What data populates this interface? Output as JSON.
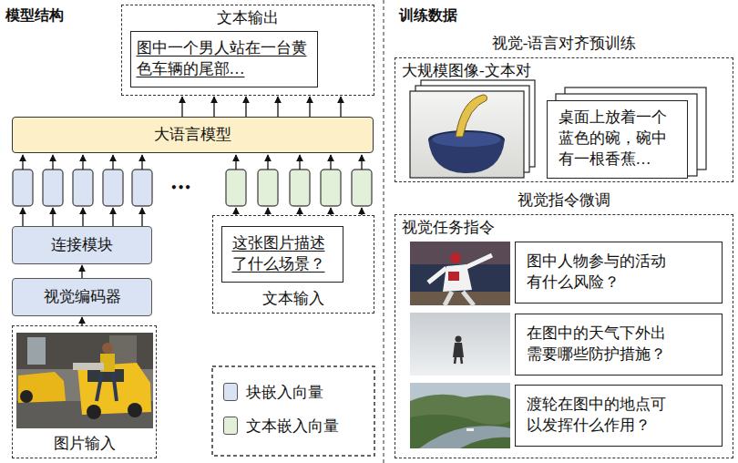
{
  "diagram": {
    "nodes": [
      {
        "text": [
          "文本输出"
        ]
      },
      {
        "text": [
          "图中一个男人站在一台黄色车辆的尾部…"
        ],
        "in": 0
      },
      {
        "text": [
          "大语言模型"
        ]
      },
      {
        "text": [
          "连接模块"
        ]
      },
      {
        "text": [
          "视觉编码器"
        ]
      },
      {
        "text": [
          "图片输入"
        ]
      },
      {
        "text": [
          "文本输入"
        ]
      },
      {
        "text": [
          "这张图片描述了什么场景？"
        ],
        "in": 6
      },
      {
        "text": [
          "视觉-语言对齐预训练",
          "大规模图像-文本对"
        ]
      },
      {
        "text": [
          "桌面上放着一个蓝色的碗，碗中有一根香蕉…"
        ],
        "in": 8
      },
      {
        "text": [
          "视觉指令微调",
          "视觉任务指令"
        ]
      },
      {
        "text": [
          "图中人物参与的活动有什么风险？"
        ],
        "in": 10
      },
      {
        "text": [
          "在图中的天气下外出需要哪些防护措施？"
        ],
        "in": 10
      },
      {
        "text": [
          "渡轮在图中的地点可以发挥什么作用？"
        ],
        "in": 10
      }
    ],
    "edges": [
      {
        "from": 5,
        "to": 4,
        "arrow": "to"
      },
      {
        "from": 4,
        "to": 3,
        "arrow": "to"
      },
      {
        "from": 2,
        "to": 0,
        "arrow": "to"
      },
      {
        "from": 2,
        "to": 0,
        "arrow": "to"
      },
      {
        "from": 2,
        "to": 0,
        "arrow": "to"
      },
      {
        "from": 2,
        "to": 0,
        "arrow": "to"
      },
      {
        "from": 2,
        "to": 0,
        "arrow": "to"
      },
      {
        "from": 2,
        "to": 0,
        "arrow": "to"
      }
    ],
    "labels": [
      "模型结构",
      "训练数据",
      "•••"
    ],
    "legend": [
      {
        "text": "块嵌入向量",
        "color": "#dae3f3"
      },
      {
        "text": "文本嵌入向量",
        "color": "#e2efd9"
      }
    ]
  }
}
